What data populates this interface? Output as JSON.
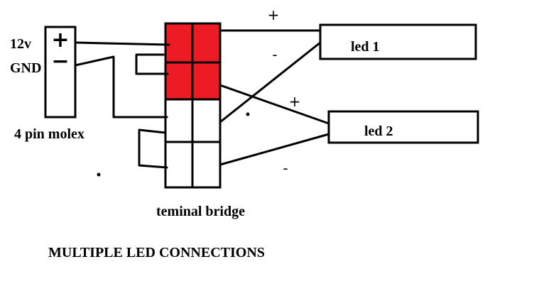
{
  "labels": {
    "supply_voltage": "12v",
    "ground": "GND",
    "connector": "4 pin molex",
    "connector_plus": "+",
    "connector_minus": "−",
    "bridge": "teminal bridge",
    "led1": "led 1",
    "led2": "led 2",
    "led1_plus": "+",
    "led1_minus": "-",
    "led2_plus": "+",
    "led2_minus": "-",
    "caption": "MULTIPLE LED CONNECTIONS"
  },
  "colors": {
    "active_terminal": "#ed1c24",
    "inactive_terminal": "#ffffff",
    "line": "#000000"
  }
}
